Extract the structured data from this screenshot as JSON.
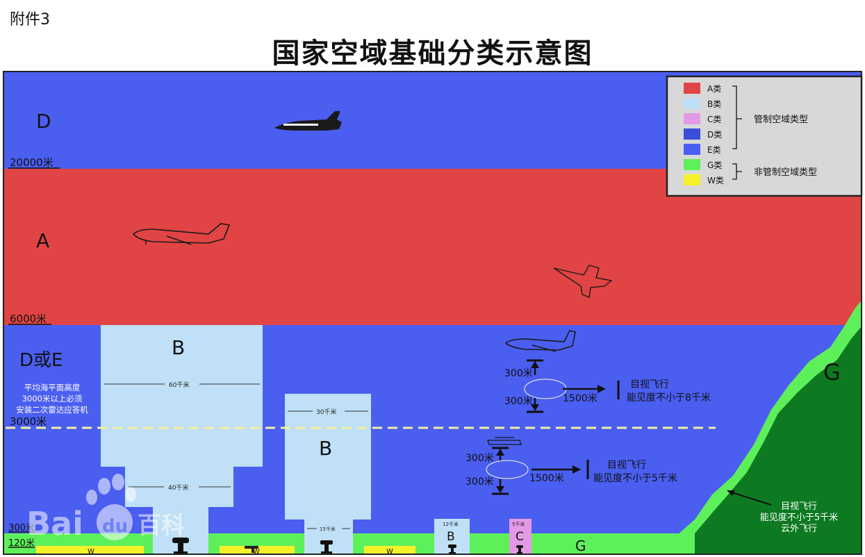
{
  "header": {
    "attachment_label": "附件3",
    "title": "国家空域基础分类示意图"
  },
  "colors": {
    "class_a": "#e14444",
    "class_b": "#bfe0f6",
    "class_c": "#e39ae6",
    "class_d": "#4a5ef0",
    "class_e": "#4a5ef0",
    "class_g": "#5ef05a",
    "class_w": "#f6f22a",
    "mountain_dark": "#0d7a22",
    "legend_bg": "#d8d8d8"
  },
  "altitudes": {
    "alt_20000": "20000米",
    "alt_6000": "6000米",
    "alt_3000": "3000米",
    "alt_300": "300米",
    "alt_120": "120米"
  },
  "zones": {
    "d_top": "D",
    "a_middle": "A",
    "d_or_e": "D或E",
    "g_right": "G",
    "g_ground": "G",
    "b_large": "B",
    "b_medium": "B",
    "b_small": "B",
    "c_small": "C",
    "w1": "W",
    "w2": "W",
    "w3": "W"
  },
  "radii": {
    "b1_upper": "60千米",
    "b1_lower": "40千米",
    "b2_upper": "30千米",
    "b2_lower": "15千米",
    "b3": "12千米",
    "c1": "5千米"
  },
  "notes": {
    "transponder_line1": "平均海平面高度",
    "transponder_line2": "3000米以上必须",
    "transponder_line3": "安装二次雷达应答机"
  },
  "vfr_upper": {
    "above": "300米",
    "below": "300米",
    "horizontal": "1500米",
    "title": "目视飞行",
    "visibility": "能见度不小于8千米"
  },
  "vfr_lower": {
    "above": "300米",
    "below": "300米",
    "horizontal": "1500米",
    "title": "目视飞行",
    "visibility": "能见度不小于5千米"
  },
  "vfr_g": {
    "title": "目视飞行",
    "visibility": "能见度不小于5千米",
    "clouds": "云外飞行"
  },
  "legend": {
    "items": [
      {
        "label": "A类",
        "color": "#e14444"
      },
      {
        "label": "B类",
        "color": "#bfe0f6"
      },
      {
        "label": "C类",
        "color": "#e39ae6"
      },
      {
        "label": "D类",
        "color": "#3a4ed8"
      },
      {
        "label": "E类",
        "color": "#4a5ef0"
      },
      {
        "label": "G类",
        "color": "#5ef05a"
      },
      {
        "label": "W类",
        "color": "#f6f22a"
      }
    ],
    "controlled_group": "管制空域类型",
    "uncontrolled_group": "非管制空域类型"
  },
  "watermark": {
    "text_latin": "Bai",
    "text_du": "du",
    "text_cn": "百科"
  }
}
